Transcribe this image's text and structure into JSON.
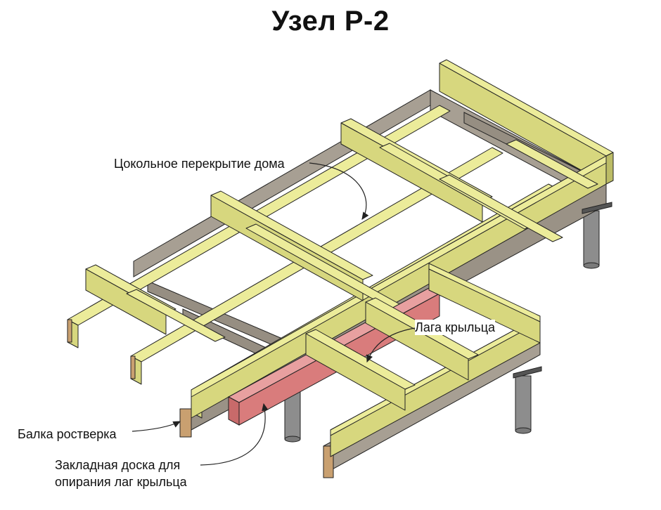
{
  "title": "Узел Р-2",
  "labels": {
    "floor": "Цокольное перекрытие дома",
    "porch_joist": "Лага крыльца",
    "grillage_beam": "Балка ростверка",
    "embedded_board_line1": "Закладная доска для",
    "embedded_board_line2": "опирания лаг крыльца"
  },
  "colors": {
    "wood": "#ecec9a",
    "wood_side": "#d7d77e",
    "wood_dark": "#bcbc66",
    "grillage": "#a79f93",
    "grillage_dark": "#8a8278",
    "red_board": "#d97c7c",
    "pile": "#8d8d8d",
    "outline": "#222222"
  }
}
